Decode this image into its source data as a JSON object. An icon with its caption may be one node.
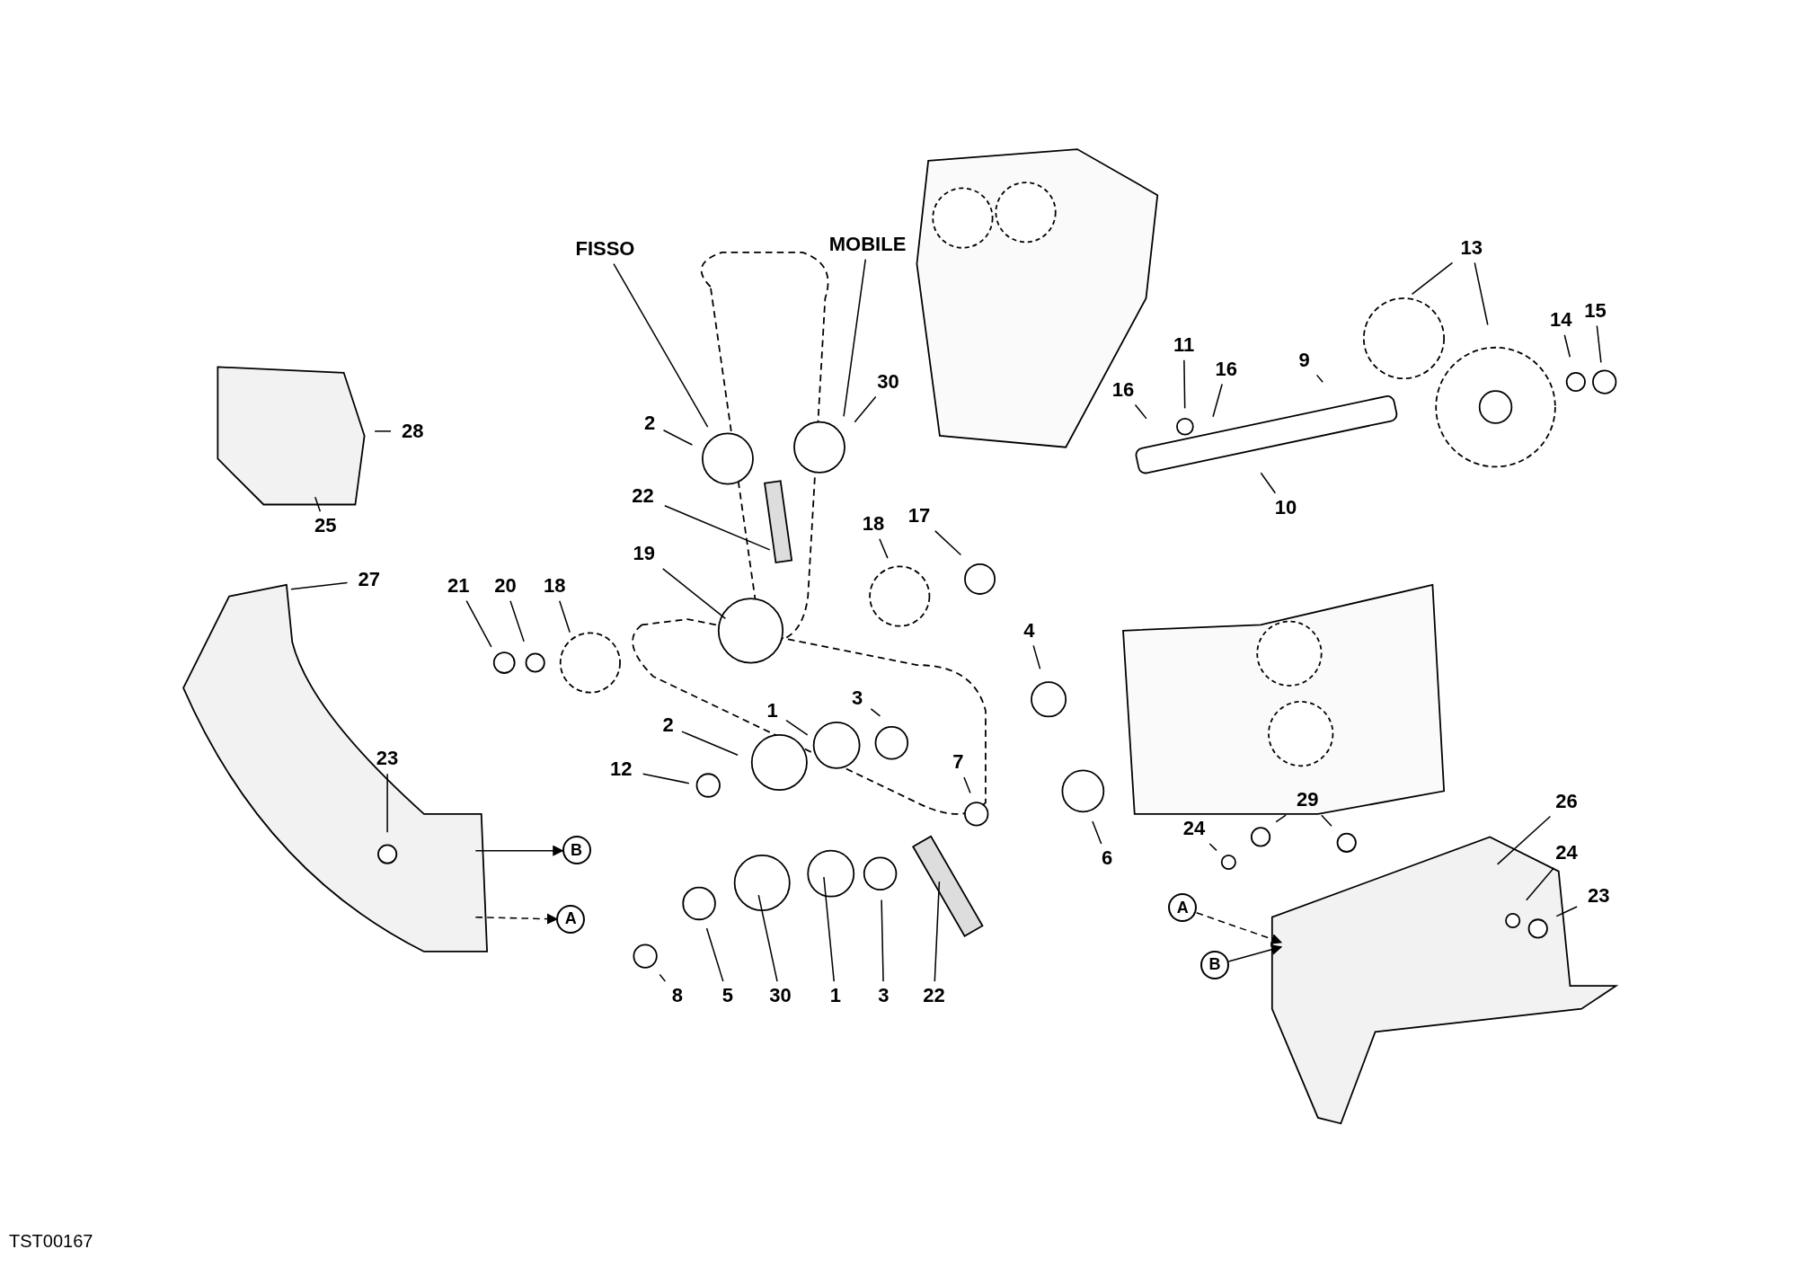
{
  "diagram": {
    "nodes": [
      {
        "text": [
          "FISSO"
        ]
      },
      {
        "text": [
          "MOBILE"
        ]
      },
      {
        "text": [
          "13"
        ]
      },
      {
        "text": [
          "28"
        ]
      },
      {
        "text": [
          "2"
        ]
      },
      {
        "text": [
          "30"
        ]
      },
      {
        "text": [
          "11"
        ]
      },
      {
        "text": [
          "16"
        ]
      },
      {
        "text": [
          "16"
        ]
      },
      {
        "text": [
          "9"
        ]
      },
      {
        "text": [
          "14"
        ]
      },
      {
        "text": [
          "15"
        ]
      },
      {
        "text": [
          "22"
        ]
      },
      {
        "text": [
          "25"
        ]
      },
      {
        "text": [
          "10"
        ]
      },
      {
        "text": [
          "18"
        ]
      },
      {
        "text": [
          "17"
        ]
      },
      {
        "text": [
          "19"
        ]
      },
      {
        "text": [
          "27"
        ]
      },
      {
        "text": [
          "21"
        ]
      },
      {
        "text": [
          "20"
        ]
      },
      {
        "text": [
          "18"
        ]
      },
      {
        "text": [
          "4"
        ]
      },
      {
        "text": [
          "1"
        ]
      },
      {
        "text": [
          "3"
        ]
      },
      {
        "text": [
          "2"
        ]
      },
      {
        "text": [
          "12"
        ]
      },
      {
        "text": [
          "7"
        ]
      },
      {
        "text": [
          "23"
        ]
      },
      {
        "text": [
          "6"
        ]
      },
      {
        "text": [
          "29"
        ]
      },
      {
        "text": [
          "26"
        ]
      },
      {
        "text": [
          "24"
        ]
      },
      {
        "text": [
          "24"
        ]
      },
      {
        "text": [
          "23"
        ]
      },
      {
        "text": [
          "8"
        ]
      },
      {
        "text": [
          "5"
        ]
      },
      {
        "text": [
          "30"
        ]
      },
      {
        "text": [
          "1"
        ]
      },
      {
        "text": [
          "3"
        ]
      },
      {
        "text": [
          "22"
        ]
      },
      {
        "text": [
          "B"
        ]
      },
      {
        "text": [
          "A"
        ]
      },
      {
        "text": [
          "A"
        ]
      },
      {
        "text": [
          "B"
        ]
      }
    ],
    "edges": [
      {
        "from": 0,
        "to": null,
        "arrow": "none"
      },
      {
        "from": 1,
        "to": null,
        "arrow": "none"
      },
      {
        "from": 2,
        "to": null,
        "arrow": "none"
      },
      {
        "from": 2,
        "to": null,
        "arrow": "none"
      },
      {
        "from": 3,
        "to": null,
        "arrow": "none"
      },
      {
        "from": 4,
        "to": null,
        "arrow": "none"
      },
      {
        "from": 5,
        "to": null,
        "arrow": "none"
      },
      {
        "from": 6,
        "to": null,
        "arrow": "none"
      },
      {
        "from": 7,
        "to": null,
        "arrow": "none"
      },
      {
        "from": 8,
        "to": null,
        "arrow": "none"
      },
      {
        "from": 9,
        "to": null,
        "arrow": "none"
      },
      {
        "from": 10,
        "to": null,
        "arrow": "none"
      },
      {
        "from": 11,
        "to": null,
        "arrow": "none"
      },
      {
        "from": 12,
        "to": null,
        "arrow": "none"
      },
      {
        "from": 13,
        "to": null,
        "arrow": "none"
      },
      {
        "from": 14,
        "to": null,
        "arrow": "none"
      },
      {
        "from": 15,
        "to": null,
        "arrow": "none"
      },
      {
        "from": 16,
        "to": null,
        "arrow": "none"
      },
      {
        "from": 17,
        "to": null,
        "arrow": "none"
      },
      {
        "from": 18,
        "to": null,
        "arrow": "none"
      },
      {
        "from": 19,
        "to": null,
        "arrow": "none"
      },
      {
        "from": 20,
        "to": null,
        "arrow": "none"
      },
      {
        "from": 21,
        "to": null,
        "arrow": "none"
      },
      {
        "from": 22,
        "to": null,
        "arrow": "none"
      },
      {
        "from": 23,
        "to": null,
        "arrow": "none"
      },
      {
        "from": 24,
        "to": null,
        "arrow": "none"
      },
      {
        "from": 25,
        "to": null,
        "arrow": "none"
      },
      {
        "from": 26,
        "to": null,
        "arrow": "none"
      },
      {
        "from": 27,
        "to": null,
        "arrow": "none"
      },
      {
        "from": 28,
        "to": null,
        "arrow": "none"
      },
      {
        "from": 29,
        "to": null,
        "arrow": "none"
      },
      {
        "from": 30,
        "to": null,
        "arrow": "none"
      },
      {
        "from": 30,
        "to": null,
        "arrow": "none"
      },
      {
        "from": 31,
        "to": null,
        "arrow": "none"
      },
      {
        "from": 32,
        "to": null,
        "arrow": "none"
      },
      {
        "from": 33,
        "to": null,
        "arrow": "none"
      },
      {
        "from": 34,
        "to": null,
        "arrow": "none"
      },
      {
        "from": 35,
        "to": null,
        "arrow": "none"
      },
      {
        "from": 36,
        "to": null,
        "arrow": "none"
      },
      {
        "from": 37,
        "to": null,
        "arrow": "none"
      },
      {
        "from": 38,
        "to": null,
        "arrow": "none"
      },
      {
        "from": 39,
        "to": null,
        "arrow": "none"
      },
      {
        "from": 40,
        "to": null,
        "arrow": "none"
      },
      {
        "from": null,
        "to": 41,
        "arrow": "to"
      },
      {
        "from": null,
        "to": 42,
        "arrow": "to",
        "style": "dashed"
      },
      {
        "from": 43,
        "to": null,
        "arrow": "to",
        "style": "dashed"
      },
      {
        "from": 44,
        "to": null,
        "arrow": "to"
      }
    ],
    "labels": [
      "TST00167"
    ]
  }
}
